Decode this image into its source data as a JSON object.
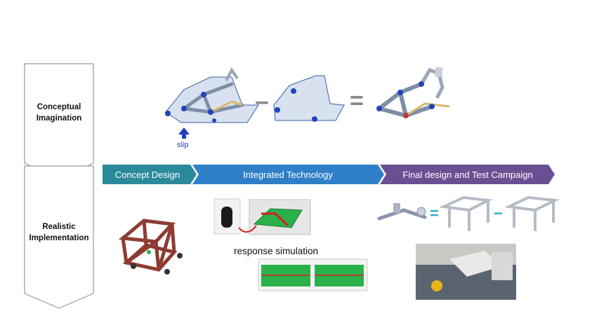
{
  "stages": {
    "conceptual": "Conceptual\nImagination",
    "realistic": "Realistic\nImplementation"
  },
  "phases": [
    {
      "label": "Concept Design",
      "color": "#2b8a9a"
    },
    {
      "label": "Integrated Technology",
      "color": "#2e7fc7"
    },
    {
      "label": "Final design and Test Campaign",
      "color": "#6b4f93"
    }
  ],
  "concept": {
    "slip_label": "slip",
    "minus_symbol": "−",
    "equals_symbol": "="
  },
  "simulation": {
    "caption": "response simulation"
  },
  "final": {
    "equals_symbol": "=",
    "minus_symbol": "−"
  },
  "colors": {
    "model_fill": "#b7c9e3",
    "model_stroke": "#3a5fa0",
    "joint": "#2344b8",
    "frame": "#8e3b33",
    "arrow_outline": "#8a8a8a"
  }
}
